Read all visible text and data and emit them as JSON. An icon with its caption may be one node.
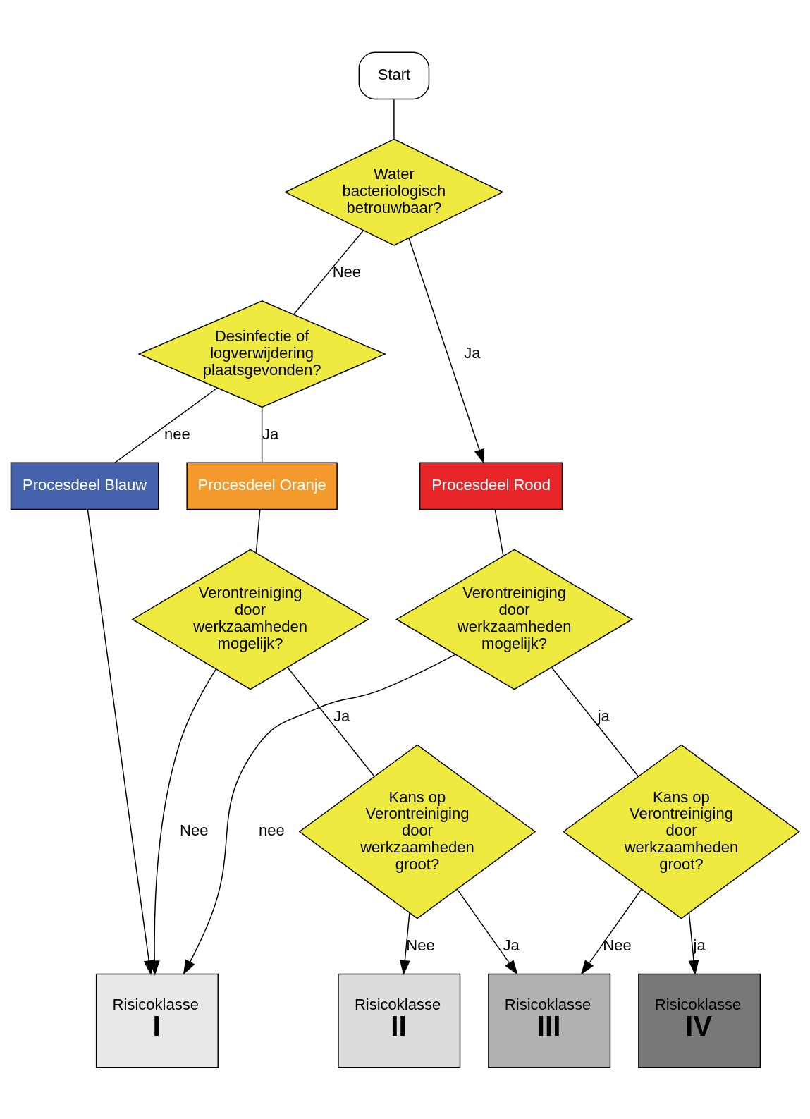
{
  "diagram": {
    "nodes": [
      {
        "text": [
          "Start"
        ]
      },
      {
        "text": [
          "Water bacteriologisch betrouwbaar?"
        ]
      },
      {
        "text": [
          "Desinfectie of logverwijdering plaatsgevonden?"
        ]
      },
      {
        "text": [
          "Procesdeel Blauw"
        ]
      },
      {
        "text": [
          "Procesdeel Oranje"
        ]
      },
      {
        "text": [
          "Procesdeel Rood"
        ]
      },
      {
        "text": [
          "Verontreiniging door werkzaamheden mogelijk?"
        ]
      },
      {
        "text": [
          "Kans op Verontreiniging door werkzaamheden groot?"
        ]
      },
      {
        "text": [
          "Verontreiniging door werkzaamheden mogelijk?"
        ]
      },
      {
        "text": [
          "Kans op Verontreiniging door werkzaamheden groot?"
        ]
      },
      {
        "text": [
          "Risicoklasse",
          "I"
        ]
      },
      {
        "text": [
          "Risicoklasse",
          "II"
        ]
      },
      {
        "text": [
          "Risicoklasse",
          "III"
        ]
      },
      {
        "text": [
          "Risicoklasse",
          "IV"
        ]
      }
    ],
    "edges": [
      {
        "from": 0,
        "to": 1,
        "arrow": "none"
      },
      {
        "from": 1,
        "to": 5,
        "label": "Ja",
        "arrow": "to"
      },
      {
        "from": 1,
        "to": 2,
        "label": "Nee",
        "arrow": "none"
      },
      {
        "from": 2,
        "to": 4,
        "label": "Ja",
        "arrow": "none"
      },
      {
        "from": 2,
        "to": 3,
        "label": "nee",
        "arrow": "none"
      },
      {
        "from": 3,
        "to": 10,
        "arrow": "to"
      },
      {
        "from": 4,
        "to": 6,
        "arrow": "none"
      },
      {
        "from": 6,
        "to": 10,
        "label": "Nee",
        "arrow": "to"
      },
      {
        "from": 6,
        "to": 7,
        "label": "Ja",
        "arrow": "none"
      },
      {
        "from": 7,
        "to": 12,
        "label": "Ja",
        "arrow": "to"
      },
      {
        "from": 7,
        "to": 11,
        "label": "Nee",
        "arrow": "to"
      },
      {
        "from": 5,
        "to": 8,
        "arrow": "none"
      },
      {
        "from": 8,
        "to": 10,
        "label": "nee",
        "arrow": "to"
      },
      {
        "from": 8,
        "to": 9,
        "label": "ja",
        "arrow": "none"
      },
      {
        "from": 9,
        "to": 13,
        "label": "ja",
        "arrow": "to"
      },
      {
        "from": 9,
        "to": 12,
        "label": "Nee",
        "arrow": "to"
      }
    ]
  }
}
